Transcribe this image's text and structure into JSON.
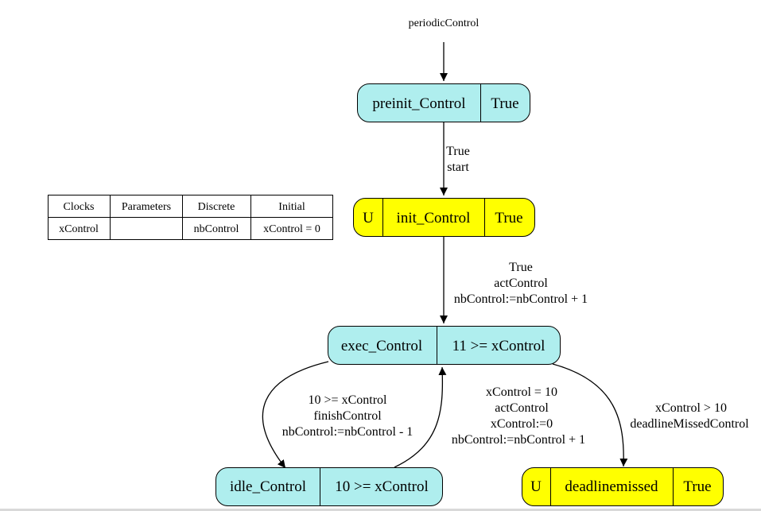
{
  "automaton": {
    "name": "periodicControl"
  },
  "variables_table": {
    "headers": [
      "Clocks",
      "Parameters",
      "Discrete",
      "Initial"
    ],
    "row": [
      "xControl",
      "",
      "nbControl",
      "xControl = 0"
    ]
  },
  "states": {
    "preinit": {
      "name": "preinit_Control",
      "invariant": "True",
      "urgent": ""
    },
    "init": {
      "name": "init_Control",
      "invariant": "True",
      "urgent": "U"
    },
    "exec": {
      "name": "exec_Control",
      "invariant": "11 >= xControl",
      "urgent": ""
    },
    "idle": {
      "name": "idle_Control",
      "invariant": "10 >= xControl",
      "urgent": ""
    },
    "missed": {
      "name": "deadlinemissed",
      "invariant": "True",
      "urgent": "U"
    }
  },
  "transitions": {
    "preinit_to_init": [
      "True",
      "start"
    ],
    "init_to_exec": [
      "True",
      "actControl",
      "nbControl:=nbControl + 1"
    ],
    "exec_to_idle": [
      "10 >= xControl",
      "finishControl",
      "nbControl:=nbControl - 1"
    ],
    "idle_to_exec": [
      "xControl = 10",
      "actControl",
      "xControl:=0",
      "nbControl:=nbControl + 1"
    ],
    "exec_to_missed": [
      "xControl > 10",
      "deadlineMissedControl"
    ]
  },
  "colors": {
    "regular_state": "#afeeee",
    "urgent_state": "#ffff00",
    "stroke": "#000000"
  }
}
